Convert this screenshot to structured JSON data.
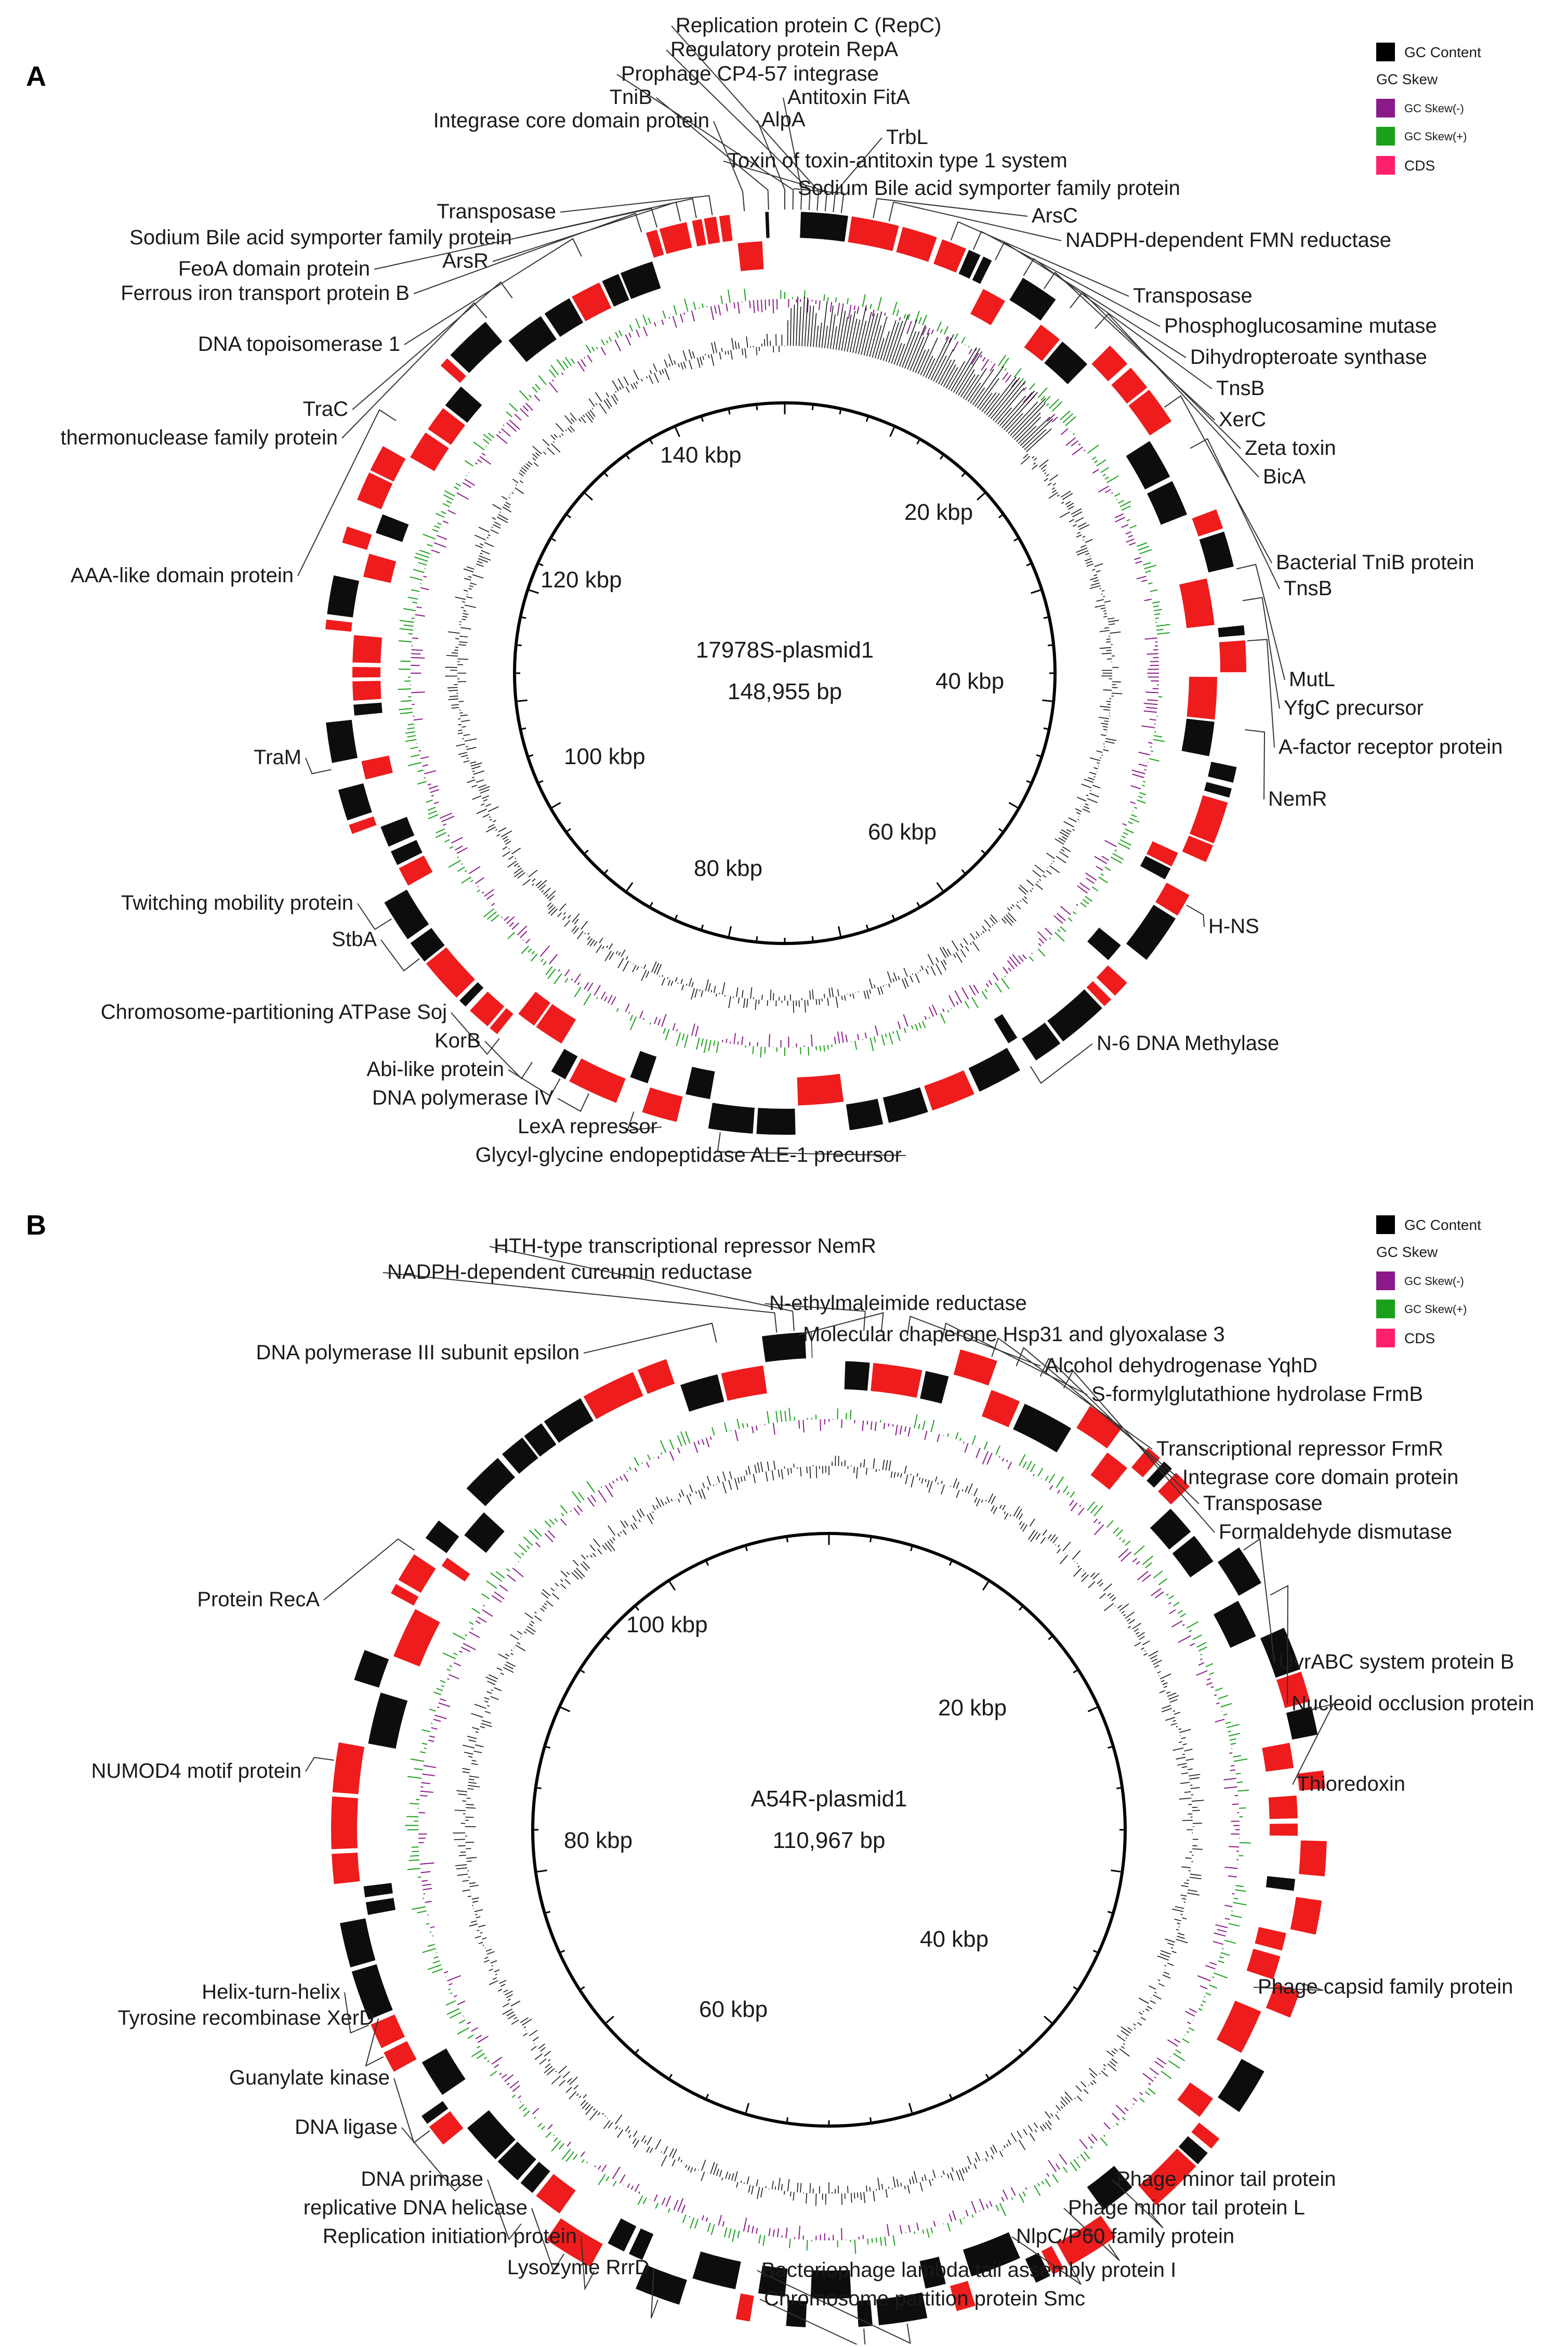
{
  "legend": {
    "gc_content": "GC Content",
    "gc_skew_title": "GC Skew",
    "gc_skew_neg": "GC Skew(-)",
    "gc_skew_pos": "GC Skew(+)",
    "cds": "CDS"
  },
  "colors": {
    "gc_content": "#000000",
    "gc_skew_neg": "#8b1a89",
    "gc_skew_pos": "#1aa01a",
    "cds": "#ff0000",
    "cds_legend": "#ff1f6b",
    "text": "#1a1a1a"
  },
  "panels": [
    {
      "letter": "A",
      "name": "17978S-plasmid1",
      "size": "148,955 bp",
      "size_bp": 148955,
      "kbp_labels": [
        "20 kbp",
        "40 kbp",
        "60 kbp",
        "80 kbp",
        "100 kbp",
        "120 kbp",
        "140 kbp"
      ],
      "genes": [
        "Replication protein C (RepC)",
        "Regulatory protein RepA",
        "Prophage CP4-57 integrase",
        "TniB",
        "Antitoxin FitA",
        "AlpA",
        "Integrase core domain protein",
        "TrbL",
        "Toxin of toxin-antitoxin type 1 system",
        "Sodium Bile acid symporter family protein",
        "Transposase",
        "ArsC",
        "Sodium Bile acid symporter family protein",
        "NADPH-dependent FMN reductase",
        "ArsR",
        "FeoA domain protein",
        "Ferrous iron transport protein B",
        "Transposase",
        "Phosphoglucosamine mutase",
        "DNA topoisomerase 1",
        "Dihydropteroate synthase",
        "TnsB",
        "XerC",
        "TraC",
        "thermonuclease family protein",
        "Zeta toxin",
        "BicA",
        "Bacterial TniB protein",
        "AAA-like domain protein",
        "TnsB",
        "MutL",
        "YfgC precursor",
        "A-factor receptor protein",
        "TraM",
        "NemR",
        "Twitching mobility protein",
        "StbA",
        "H-NS",
        "Chromosome-partitioning ATPase Soj",
        "KorB",
        "N-6 DNA Methylase",
        "Abi-like protein",
        "DNA polymerase IV",
        "LexA repressor",
        "Glycyl-glycine endopeptidase ALE-1 precursor"
      ]
    },
    {
      "letter": "B",
      "name": "A54R-plasmid1",
      "size": "110,967 bp",
      "size_bp": 110967,
      "kbp_labels": [
        "20 kbp",
        "40 kbp",
        "60 kbp",
        "80 kbp",
        "100 kbp"
      ],
      "genes": [
        "HTH-type transcriptional repressor NemR",
        "NADPH-dependent curcumin reductase",
        "N-ethylmaleimide reductase",
        "Molecular chaperone Hsp31 and glyoxalase 3",
        "DNA polymerase III subunit epsilon",
        "Alcohol dehydrogenase YqhD",
        "S-formylglutathione hydrolase FrmB",
        "Transcriptional repressor FrmR",
        "Integrase core domain protein",
        "Transposase",
        "Formaldehyde dismutase",
        "Protein RecA",
        "UvrABC system protein B",
        "Nucleoid occlusion protein",
        "Thioredoxin",
        "NUMOD4 motif protein",
        "Phage capsid family protein",
        "Helix-turn-helix",
        "Tyrosine recombinase XerD",
        "Guanylate kinase",
        "DNA ligase",
        "Phage minor tail protein",
        "DNA primase",
        "Phage minor tail protein L",
        "replicative DNA helicase",
        "Replication initiation protein",
        "NlpC/P60 family protein",
        "Lysozyme RrrD",
        "Bacteriophage lambda tail assembly protein I",
        "Chromosome partition protein Smc"
      ]
    }
  ]
}
